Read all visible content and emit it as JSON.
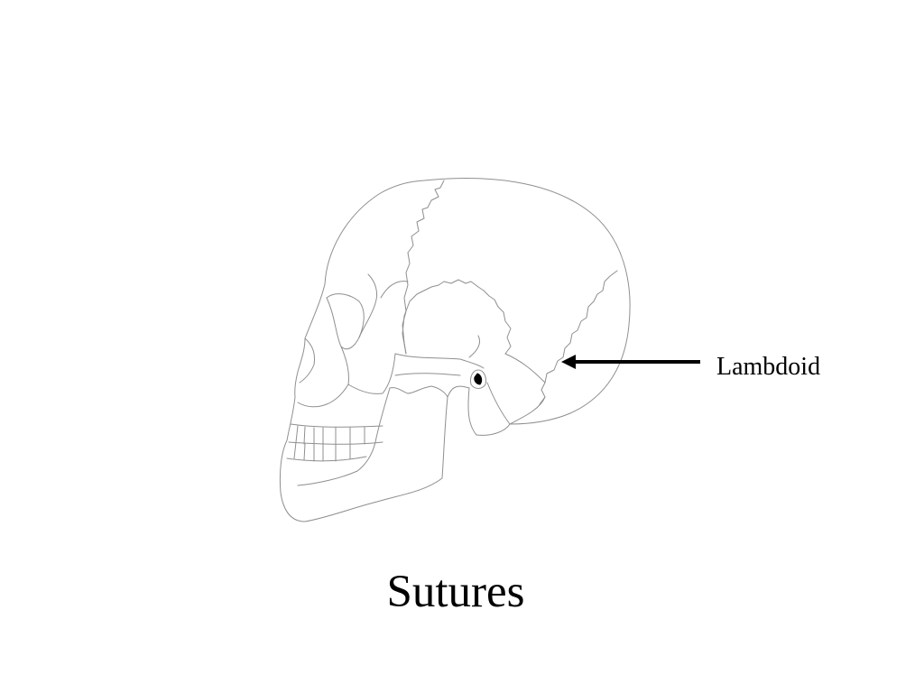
{
  "slide": {
    "title": "Sutures",
    "label": "Lambdoid"
  },
  "figure": {
    "subject": "skull-lateral-view",
    "line_color": "#8f8f8f",
    "arrow_color": "#000000"
  }
}
